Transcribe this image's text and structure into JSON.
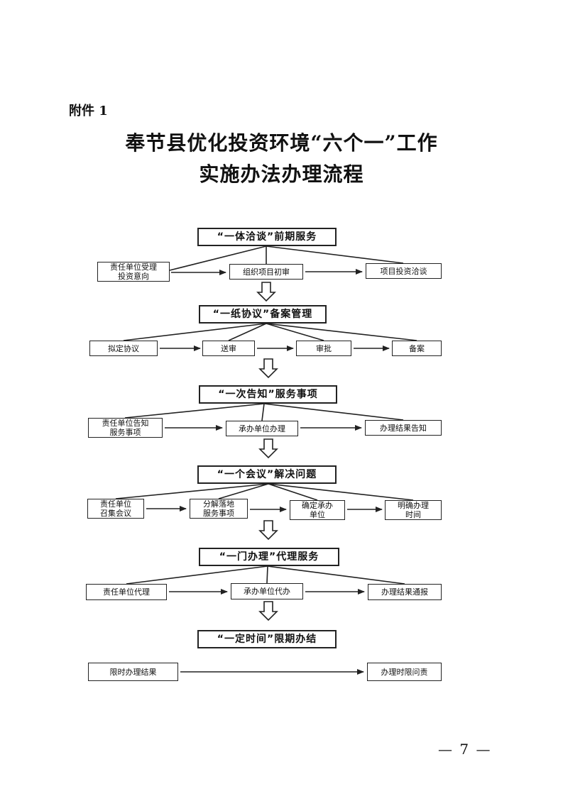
{
  "annex": "附件 1",
  "title_line1": "奉节县优化投资环境“六个一”工作",
  "title_line2": "实施办法办理流程",
  "sections": [
    {
      "header": "“一体洽谈”前期服务",
      "steps": [
        "责任单位受理\n投资意向",
        "组织项目初审",
        "项目投资洽谈"
      ]
    },
    {
      "header": "“一纸协议”备案管理",
      "steps": [
        "拟定协议",
        "送审",
        "审批",
        "备案"
      ]
    },
    {
      "header": "“一次告知”服务事项",
      "steps": [
        "责任单位告知\n服务事项",
        "承办单位办理",
        "办理结果告知"
      ]
    },
    {
      "header": "“一个会议”解决问题",
      "steps": [
        "责任单位\n召集会议",
        "分解落地\n服务事项",
        "确定承办\n单位",
        "明确办理\n时间"
      ]
    },
    {
      "header": "“一门办理”代理服务",
      "steps": [
        "责任单位代理",
        "承办单位代办",
        "办理结果通报"
      ]
    },
    {
      "header": "“一定时间”限期办结",
      "steps": [
        "限时办理结果",
        "办理时限问责"
      ]
    }
  ],
  "page_number": "— 7 —"
}
